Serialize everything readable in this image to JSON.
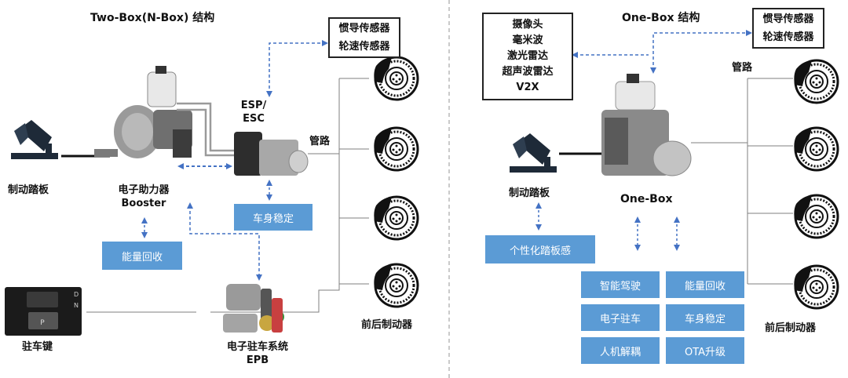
{
  "left": {
    "title": "Two-Box(N-Box) 结构",
    "sensors": [
      "惯导传感器",
      "轮速传感器"
    ],
    "esp_label": [
      "ESP/",
      "ESC"
    ],
    "pipe_label": "管路",
    "pedal_label": "制动踏板",
    "booster_label": [
      "电子助力器",
      "Booster"
    ],
    "stability_box": "车身稳定",
    "energy_box": "能量回收",
    "parking_key_label": "驻车键",
    "epb_label": [
      "电子驻车系统",
      "EPB"
    ],
    "brakes_label": "前后制动器"
  },
  "right": {
    "title": "One-Box 结构",
    "perception": [
      "摄像头",
      "毫米波",
      "激光雷达",
      "超声波雷达",
      "V2X"
    ],
    "sensors": [
      "惯导传感器",
      "轮速传感器"
    ],
    "pipe_label": "管路",
    "pedal_label": "制动踏板",
    "onebox_label": "One-Box",
    "pedal_feel_box": "个性化踏板感",
    "functions": [
      "智能驾驶",
      "能量回收",
      "电子驻车",
      "车身稳定",
      "人机解耦",
      "OTA升级"
    ],
    "brakes_label": "前后制动器"
  },
  "colors": {
    "accent": "#5b9bd5",
    "dashed_arrow": "#4472c4",
    "line": "#7f7f7f",
    "divider": "#a6a6a6"
  }
}
